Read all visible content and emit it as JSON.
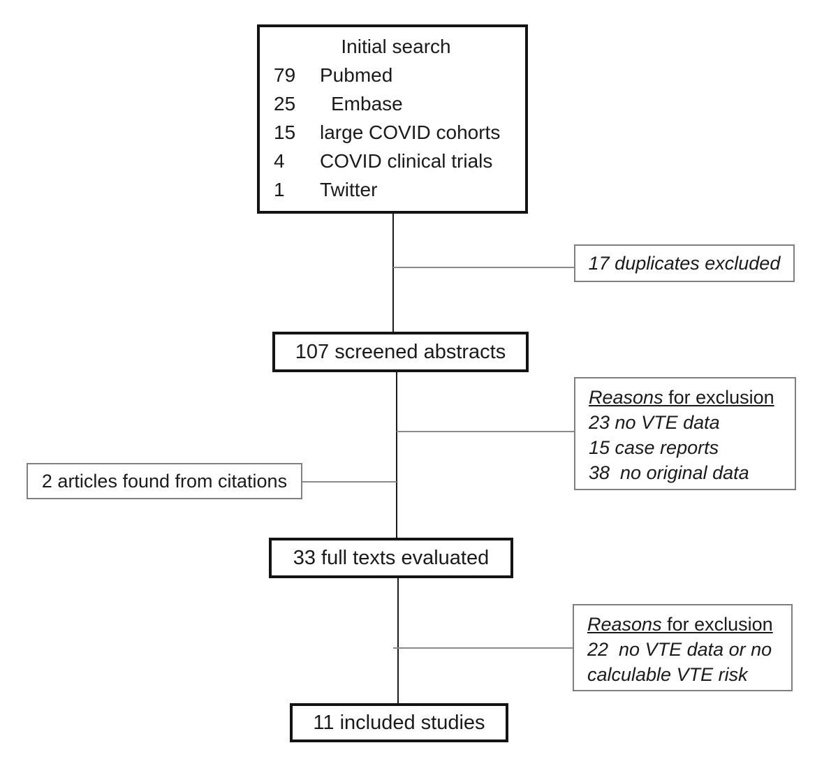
{
  "diagram": {
    "initial_search": {
      "title": "Initial search",
      "items": [
        {
          "count": "79",
          "label": "Pubmed"
        },
        {
          "count": "25",
          "label": "Embase"
        },
        {
          "count": "15",
          "label": "large COVID cohorts"
        },
        {
          "count": "4",
          "label": "COVID clinical trials"
        },
        {
          "count": "1",
          "label": "Twitter"
        }
      ]
    },
    "duplicates_excluded": "17 duplicates excluded",
    "screened_abstracts": "107 screened abstracts",
    "exclusion_screening": {
      "title_italic": "Reasons",
      "title_rest": " for exclusion",
      "items": [
        "23 no VTE data",
        "15 case reports",
        "38  no original data"
      ]
    },
    "citations_found": "2 articles found from citations",
    "full_texts_evaluated": "33 full texts evaluated",
    "exclusion_fulltext": {
      "title_italic": "Reasons",
      "title_rest": " for exclusion",
      "items": [
        "22  no VTE data or no calculable VTE risk"
      ]
    },
    "included_studies": "11 included studies",
    "colors": {
      "bold_border": "#141414",
      "thin_border": "#7f7f7f",
      "connector": "#8a8a8a",
      "text": "#1a1a1a"
    }
  }
}
